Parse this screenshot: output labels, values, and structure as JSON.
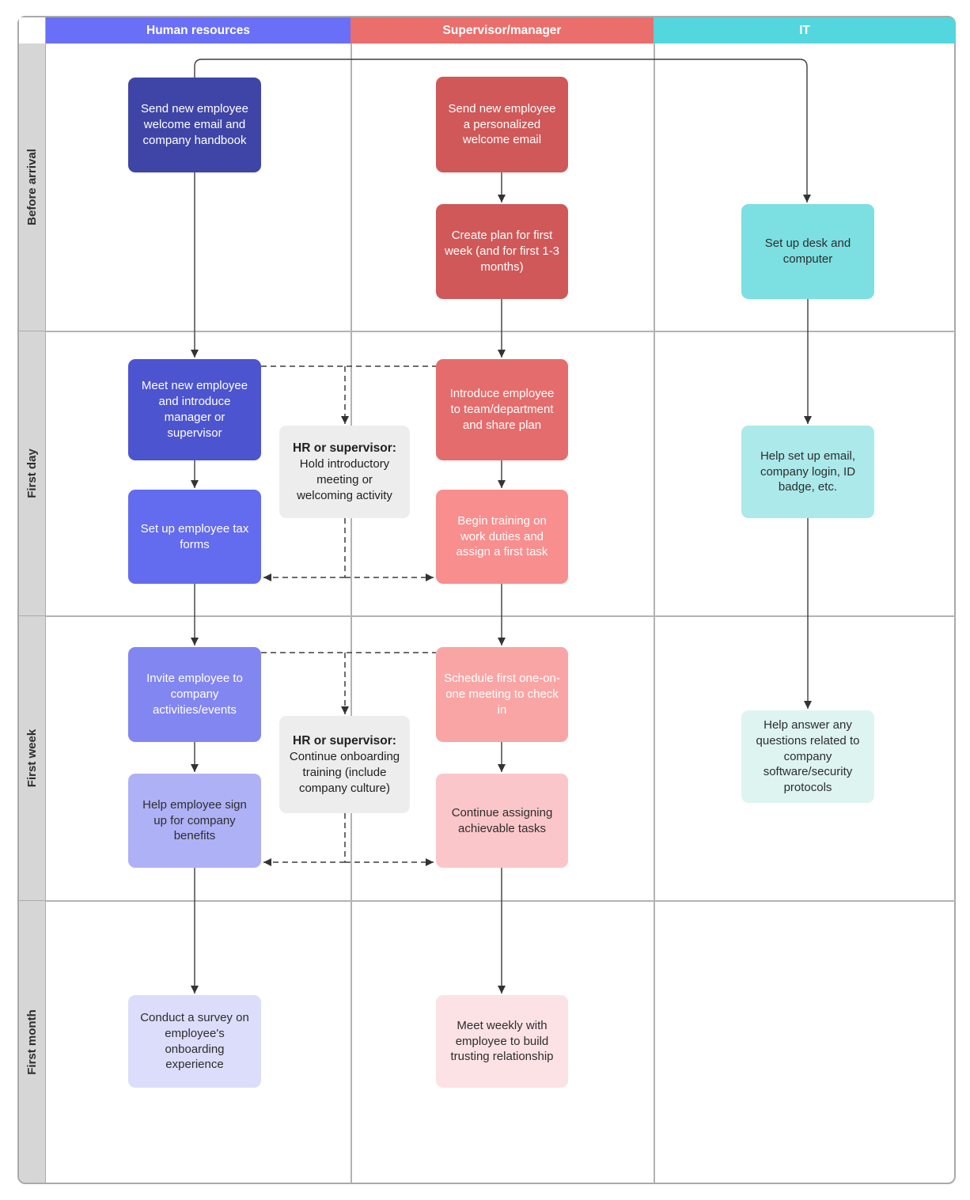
{
  "lanes": [
    {
      "label": "Human resources",
      "header_color": "#6a6ff7"
    },
    {
      "label": "Supervisor/manager",
      "header_color": "#ea6e6b"
    },
    {
      "label": "IT",
      "header_color": "#53d6dd"
    }
  ],
  "phases": [
    {
      "label": "Before arrival"
    },
    {
      "label": "First day"
    },
    {
      "label": "First week"
    },
    {
      "label": "First month"
    }
  ],
  "nodes": {
    "hr1": {
      "text": "Send new employee welcome email and company handbook",
      "bg": "#3f45a6",
      "fg": "#ffffff"
    },
    "hr2": {
      "text": "Meet new employee and introduce manager or supervisor",
      "bg": "#4c54cf",
      "fg": "#ffffff"
    },
    "hr3": {
      "text": "Set up employee tax forms",
      "bg": "#636bee",
      "fg": "#ffffff"
    },
    "hr4": {
      "text": "Invite employee to company activities/events",
      "bg": "#8286f0",
      "fg": "#ffffff"
    },
    "hr5": {
      "text": "Help employee sign up for company benefits",
      "bg": "#afb1f6",
      "fg": "#2d2d2d"
    },
    "hr6": {
      "text": "Conduct a survey on employee's onboarding experience",
      "bg": "#dcddfa",
      "fg": "#2d2d2d"
    },
    "s1": {
      "text": "Send new employee a personalized welcome email",
      "bg": "#d05858",
      "fg": "#ffffff"
    },
    "s2": {
      "text": "Create plan for first week (and for first 1-3 months)",
      "bg": "#d05858",
      "fg": "#ffffff"
    },
    "s3": {
      "text": "Introduce employee to team/department and share plan",
      "bg": "#e56c6c",
      "fg": "#ffffff"
    },
    "s4": {
      "text": "Begin training on work duties and assign a first task",
      "bg": "#f88e8e",
      "fg": "#ffffff"
    },
    "s5": {
      "text": "Schedule first one-on-one meeting to check in",
      "bg": "#faa5a5",
      "fg": "#ffffff"
    },
    "s6": {
      "text": "Continue assigning achievable tasks",
      "bg": "#fbc6c9",
      "fg": "#2d2d2d"
    },
    "s7": {
      "text": "Meet weekly with employee to build trusting relationship",
      "bg": "#fce2e4",
      "fg": "#2d2d2d"
    },
    "it1": {
      "text": "Set up desk and computer",
      "bg": "#7cdfe2",
      "fg": "#2d2d2d"
    },
    "it2": {
      "text": "Help set up email, company login, ID badge, etc.",
      "bg": "#abe9eb",
      "fg": "#2d2d2d"
    },
    "it3": {
      "text": "Help answer any questions related to company software/security protocols",
      "bg": "#def4f1",
      "fg": "#2d2d2d"
    }
  },
  "joint_notes": {
    "note1": {
      "title": "HR or supervisor:",
      "body": "Hold introductory meeting or welcoming activity",
      "bg": "#ededed",
      "fg": "#1f1f1f"
    },
    "note2": {
      "title": "HR or supervisor:",
      "body": "Continue onboarding training (include company culture)",
      "bg": "#ededed",
      "fg": "#1f1f1f"
    }
  },
  "style": {
    "connector_color": "#3d3d3d",
    "grid_line_color": "#b3b3b3",
    "phase_strip_color": "#d6d6d6",
    "frame_border_color": "#a9a9a9"
  }
}
